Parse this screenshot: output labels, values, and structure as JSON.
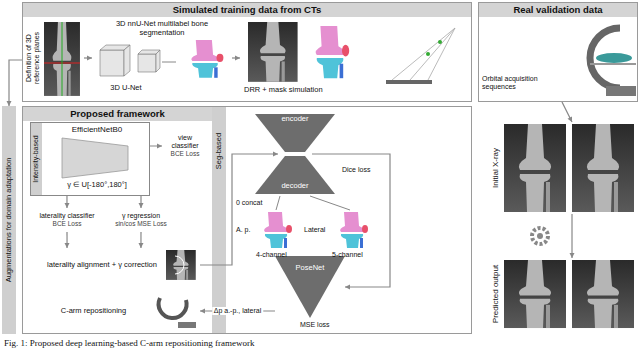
{
  "diagram": {
    "caption": "Fig. 1: Proposed deep learning-based C-arm repositioning framework",
    "nodes": [
      {
        "text": [
          "Simulated training data from CTs"
        ]
      },
      {
        "text": [
          "Definition of 3D reference planes"
        ],
        "in": 0
      },
      {
        "text": [
          "3D nnU-Net multilabel bone segmentation",
          "3D U-Net"
        ],
        "in": 0
      },
      {
        "text": [
          "DRR + mask simulation"
        ],
        "in": 0
      },
      {
        "text": [
          "Real validation data",
          "Orbital acquisition sequences"
        ]
      },
      {
        "text": [
          "Augmentations for domain adaptation"
        ]
      },
      {
        "text": [
          "Proposed framework"
        ]
      },
      {
        "text": [
          "Intensity-based",
          "EfficientNetB0",
          "γ ∈ U[-180°,180°]"
        ],
        "in": 6
      },
      {
        "text": [
          "view classifier",
          "BCE Loss"
        ],
        "in": 6
      },
      {
        "text": [
          "laterality classifier",
          "BCE Loss"
        ],
        "in": 6
      },
      {
        "text": [
          "γ regression",
          "sin/cos MSE Loss"
        ],
        "in": 6
      },
      {
        "text": [
          "laterality alignment + γ correction"
        ],
        "in": 6
      },
      {
        "text": [
          "C-arm repositioning"
        ],
        "in": 6
      },
      {
        "text": [
          "Seg-based"
        ],
        "in": 6
      },
      {
        "text": [
          "encoder",
          "decoder"
        ],
        "in": 6
      },
      {
        "text": [
          "PoseNet"
        ],
        "in": 6
      },
      {
        "text": [
          "Initial X-ray"
        ]
      },
      {
        "text": [
          "Predicted output"
        ]
      }
    ],
    "edges": [
      {
        "from": 1,
        "to": 2,
        "arrow": "to"
      },
      {
        "from": 2,
        "to": 3,
        "arrow": "to"
      },
      {
        "from": 0,
        "to": 5,
        "arrow": "to"
      },
      {
        "from": 4,
        "to": 16,
        "arrow": "to"
      },
      {
        "from": 16,
        "to": 17,
        "arrow": "to"
      },
      {
        "from": 7,
        "to": 8,
        "arrow": "to"
      },
      {
        "from": 7,
        "to": 9,
        "arrow": "to"
      },
      {
        "from": 7,
        "to": 10,
        "arrow": "to"
      },
      {
        "from": 9,
        "to": 11,
        "arrow": "to"
      },
      {
        "from": 10,
        "to": 11,
        "arrow": "to"
      },
      {
        "from": 11,
        "to": 14,
        "arrow": "to"
      },
      {
        "from": 14,
        "to": 15,
        "arrow": "to"
      },
      {
        "from": 15,
        "to": 12,
        "arrow": "to",
        "label": "Δp a.-p., lateral"
      }
    ],
    "labels": [
      "Dice loss",
      "0 concat",
      "A. p.",
      "Lateral",
      "4-channel",
      "5-channel",
      "MSE loss"
    ]
  }
}
